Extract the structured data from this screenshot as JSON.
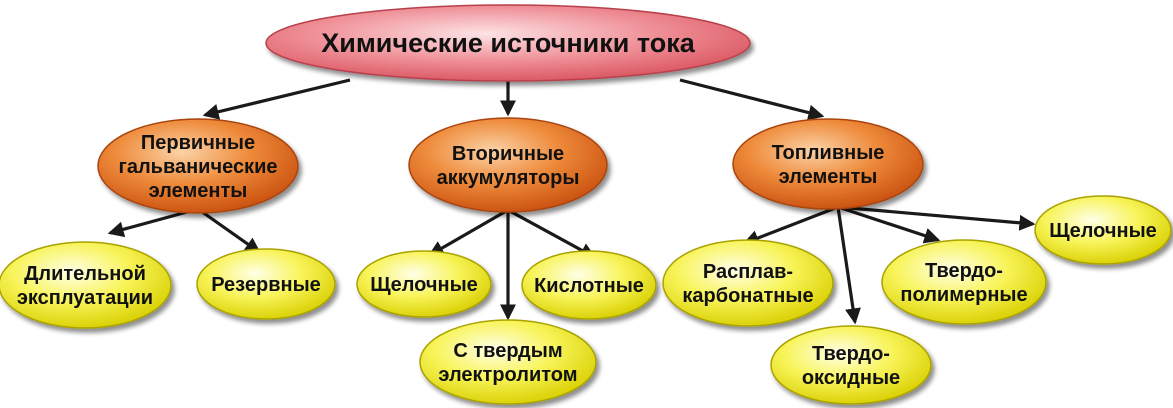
{
  "root": {
    "lines": [
      "Химические источники тока"
    ]
  },
  "categories": [
    {
      "lines": [
        "Первичные",
        "гальванические",
        "элементы"
      ],
      "children": [
        {
          "lines": [
            "Длительной",
            "эксплуатации"
          ]
        },
        {
          "lines": [
            "Резервные"
          ]
        }
      ]
    },
    {
      "lines": [
        "Вторичные",
        "аккумуляторы"
      ],
      "children": [
        {
          "lines": [
            "Щелочные"
          ]
        },
        {
          "lines": [
            "Кислотные"
          ]
        },
        {
          "lines": [
            "С твердым",
            "электролитом"
          ]
        }
      ]
    },
    {
      "lines": [
        "Топливные",
        "элементы"
      ],
      "children": [
        {
          "lines": [
            "Расплав-",
            "карбонатные"
          ]
        },
        {
          "lines": [
            "Твердо-",
            "оксидные"
          ]
        },
        {
          "lines": [
            "Твердо-",
            "полимерные"
          ]
        },
        {
          "lines": [
            "Щелочные"
          ]
        }
      ]
    }
  ],
  "colors": {
    "root_fill": "#e8757f",
    "category_fill": "#e0641c",
    "leaf_fill": "#f2ee10",
    "edge": "#1a1a1a"
  }
}
